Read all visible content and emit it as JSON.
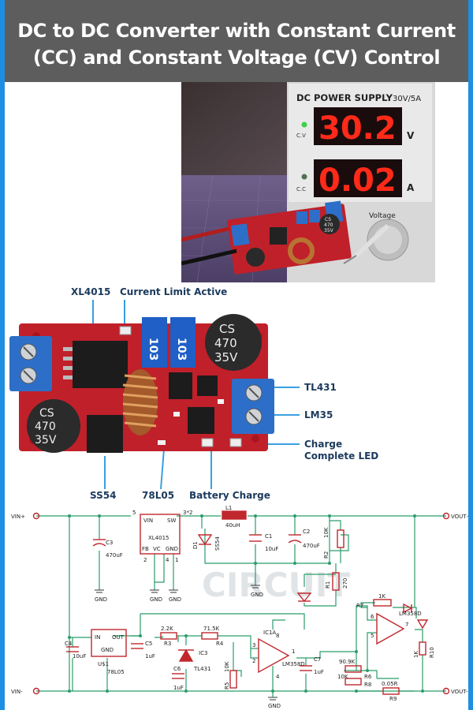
{
  "title": {
    "line1": "DC to DC Converter with Constant Current",
    "line2": "(CC) and Constant Voltage (CV) Control"
  },
  "photo": {
    "supply_label": "DC POWER SUPPLY",
    "supply_rating": "30V/5A",
    "voltage_reading": "30.2",
    "voltage_unit": "V",
    "current_reading": "0.02",
    "current_unit": "A",
    "cv_label": "C.V",
    "cc_label": "C.C",
    "knob_label": "Voltage",
    "cap_marking": [
      "CS",
      "470",
      "35V"
    ]
  },
  "board": {
    "callouts": {
      "xl4015": "XL4015",
      "current_limit": "Current Limit Active",
      "tl431": "TL431",
      "lm35": "LM35",
      "charge_complete_1": "Charge",
      "charge_complete_2": "Complete LED",
      "ss54": "SS54",
      "l7805": "78L05",
      "battery_charge": "Battery Charge"
    },
    "cap_marking": [
      "CS",
      "470",
      "35V"
    ],
    "pot_marking": "103"
  },
  "schematic": {
    "watermark": "CIRCUIT",
    "labels": {
      "vin_pos": "VIN+",
      "vin_neg": "VIN-",
      "vout_pos": "VOUT+",
      "vout_neg": "VOUT-",
      "l1": "L1",
      "l1_val": "40uH",
      "xl4015": "XL4015",
      "vin": "VIN",
      "sw": "SW",
      "fb": "FB",
      "vc": "VC",
      "gnd": "GND",
      "pin5": "5",
      "pin3": "3*2",
      "pin2": "2",
      "pin4": "4",
      "pin1": "1",
      "c3": "C3",
      "c3_val": "470uF",
      "d1": "D1",
      "d1_val": "SS54",
      "c1": "C1",
      "c1_val": "10uF",
      "c2": "C2",
      "c2_val": "470uF",
      "r2": "R2",
      "r2_val": "10K",
      "r1": "R1",
      "r1_val": "270",
      "r7": "R7",
      "r7_val": "1K",
      "ic1a": "IC1A",
      "lm358d_a": "LM358D",
      "lm358d_b": "LM358D",
      "c4": "C4",
      "c4_val": "10uF",
      "u1": "U$1",
      "u1_val": "78L05",
      "u_in": "IN",
      "u_out": "OUT",
      "u_gnd": "GND",
      "c5": "C5",
      "c5_val": "1uF",
      "r3": "R3",
      "r3_val": "2.2K",
      "r4": "R4",
      "r4_val": "71.5K",
      "ic3": "IC3",
      "tl431": "TL431",
      "c6": "C6",
      "c6_val": "1uF",
      "r5": "R5",
      "r5_val": "10K",
      "c7": "C7",
      "c7_val": "1uF",
      "r6": "R6",
      "r6_val": "90.9K",
      "r8": "R8",
      "r8_val": "10K",
      "r9": "R9",
      "r9_val": "0.05R",
      "r10": "R10",
      "r10_val": "1K",
      "p8": "8",
      "p3": "3",
      "p2": "2",
      "p4": "4",
      "p6": "6",
      "p5": "5",
      "p7": "7",
      "p1": "1"
    }
  },
  "colors": {
    "frame": "#1e8fe0",
    "title_bg": "#5d5d5d",
    "callout_line": "#3aa0e0",
    "callout_text": "#1b3a5c",
    "pcb": "#c0202a",
    "terminal": "#2d6fc8",
    "schematic_wire": "#2a9d6a",
    "schematic_part": "#c0282e",
    "display_digits": "#ff2a1a"
  }
}
